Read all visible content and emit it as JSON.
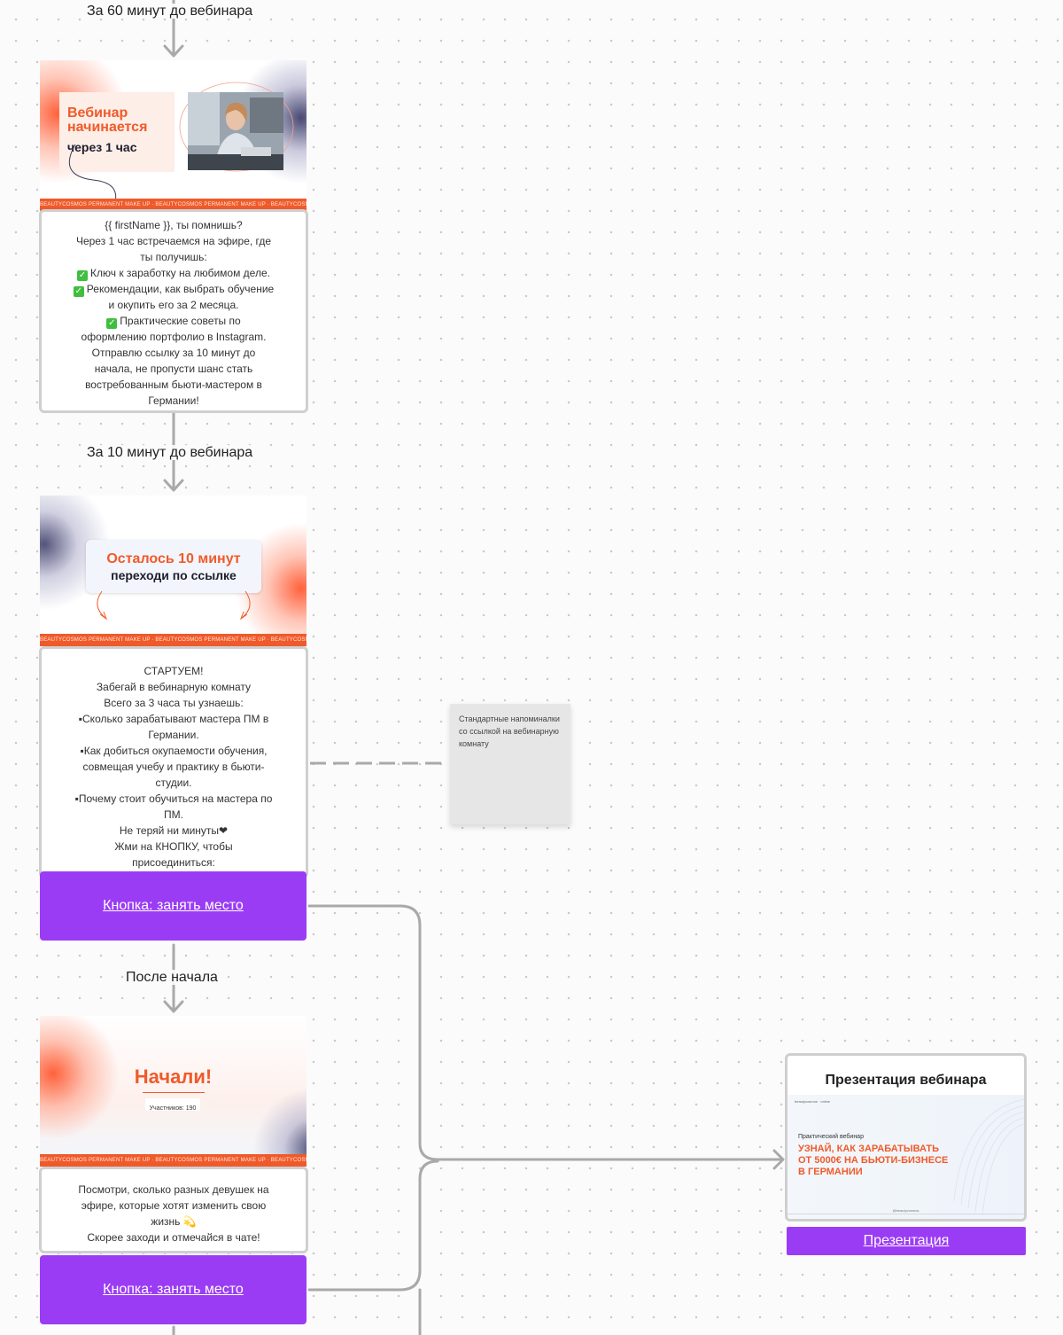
{
  "flow": {
    "label_60": "За 60 минут до вебинара",
    "label_10": "За 10 минут до вебинара",
    "label_after": "После начала"
  },
  "brand_tape": "BEAUTYCOSMOS PERMANENT MAKE UP · BEAUTYCOSMOS PERMANENT MAKE UP · BEAUTYCOSMOS PERMANENT MAKE UP · BEAUTYCOSMOS PERMANENT MAKE UP",
  "banner1": {
    "title_line1": "Вебинар",
    "title_line2": "начинается",
    "subtitle": "через 1 час"
  },
  "message1": {
    "lines": [
      "{{ firstName }}, ты помнишь?",
      "Через 1 час встречаемся на эфире, где",
      "ты получишь:",
      "Ключ к заработку на любимом деле.",
      "Рекомендации, как выбрать обучение",
      "и окупить его за 2 месяца.",
      "Практические советы по",
      "оформлению портфолио в Instagram.",
      "Отправлю ссылку за 10 минут до",
      "начала, не пропусти шанс стать",
      "востребованным бьюти-мастером в",
      "Германии!"
    ]
  },
  "banner2": {
    "title": "Осталось 10 минут",
    "subtitle": "переходи по ссылке"
  },
  "message2": {
    "lines": [
      "СТАРТУЕМ!",
      "Забегай в вебинарную комнату",
      "Всего за 3 часа ты узнаешь:",
      "▪Сколько зарабатывают мастера ПМ в",
      "Германии.",
      "▪Как добиться окупаемости обучения,",
      "совмещая учебу и практику в бьюти-",
      "студии.",
      "▪Почему стоит обучиться на мастера по",
      "ПМ.",
      "Не теряй ни минуты❤",
      "Жми на КНОПКУ, чтобы",
      "присоединиться:"
    ]
  },
  "cta1": {
    "label": "Кнопка: занять место"
  },
  "sticky": {
    "text": "Стандартные напоминалки со ссылкой на вебинарную комнату"
  },
  "banner3": {
    "title": "Начали!",
    "participants": "Участников: 190"
  },
  "message3": {
    "lines": [
      "Посмотри, сколько разных девушек на",
      "эфире, которые хотят изменить свою",
      "жизнь 💫",
      "Скорее заходи и отмечайся в чате!"
    ]
  },
  "cta2": {
    "label": "Кнопка: занять место"
  },
  "presentation": {
    "title": "Презентация вебинара",
    "brand": "beautycosmos · online",
    "kicker": "Практический вебинар",
    "headline_line1": "УЗНАЙ, КАК ЗАРАБАТЫВАТЬ",
    "headline_line2": "ОТ 5000€ НА БЬЮТИ-БИЗНЕСЕ",
    "headline_line3": "В ГЕРМАНИИ",
    "footer": "@beautycosmos",
    "button_label": "Презентация"
  },
  "colors": {
    "accent_orange": "#f05a2a",
    "button_purple": "#9b3cf5",
    "connector_gray": "#a9a9a9",
    "card_border": "#cfcfcf"
  }
}
